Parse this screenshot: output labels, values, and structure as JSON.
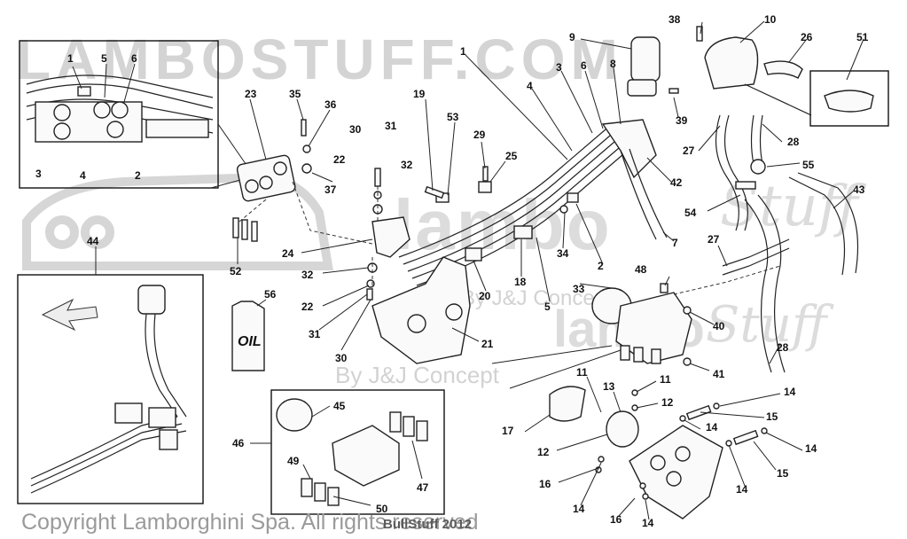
{
  "watermarks": {
    "main": "LAMBOSTUFF.COM",
    "by": "By J&J Concept",
    "concept": "By J&J Concept",
    "script1": "Stuff",
    "script2": "Stuff",
    "lambo1": "lambo",
    "lambo2": "lambo"
  },
  "footer": {
    "copyright": "Copyright Lamborghini Spa. All rights reserved",
    "stamp": "BullStuff 2012"
  },
  "oil_label": "OIL",
  "callouts": [
    "1",
    "5",
    "6",
    "3",
    "4",
    "2",
    "23",
    "35",
    "36",
    "37",
    "30",
    "31",
    "22",
    "32",
    "19",
    "53",
    "29",
    "25",
    "1",
    "3",
    "6",
    "8",
    "4",
    "9",
    "38",
    "10",
    "26",
    "51",
    "39",
    "27",
    "28",
    "55",
    "42",
    "43",
    "54",
    "7",
    "27",
    "24",
    "52",
    "32",
    "22",
    "31",
    "30",
    "34",
    "18",
    "20",
    "2",
    "33",
    "5",
    "21",
    "48",
    "40",
    "41",
    "28",
    "44",
    "56",
    "45",
    "46",
    "49",
    "50",
    "47",
    "11",
    "11",
    "13",
    "12",
    "12",
    "17",
    "14",
    "15",
    "14",
    "14",
    "15",
    "14",
    "16",
    "14",
    "16",
    "14"
  ]
}
